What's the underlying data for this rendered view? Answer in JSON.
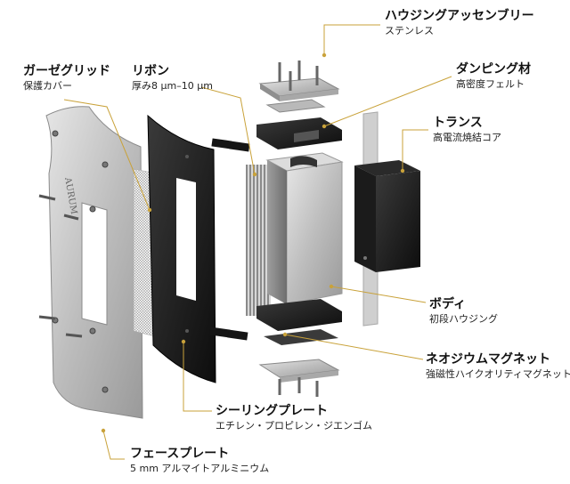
{
  "colors": {
    "leader": "#c9a23a",
    "dot": "#c9a23a",
    "background": "#ffffff"
  },
  "engraving": "AURUM",
  "labels": {
    "housing": {
      "title": "ハウジングアッセンブリー",
      "sub": "ステンレス"
    },
    "damping": {
      "title": "ダンピング材",
      "sub": "高密度フェルト"
    },
    "trans": {
      "title": "トランス",
      "sub": "高電流焼結コア"
    },
    "gauze": {
      "title": "ガーゼグリッド",
      "sub": "保護カバー"
    },
    "ribbon": {
      "title": "リボン",
      "sub": "厚み8 µm–10 µm"
    },
    "body": {
      "title": "ボディ",
      "sub": "初段ハウジング"
    },
    "magnet": {
      "title": "ネオジウムマグネット",
      "sub": "強磁性ハイクオリティマグネット"
    },
    "sealing": {
      "title": "シーリングプレート",
      "sub": "エチレン・プロピレン・ジエンゴム"
    },
    "face": {
      "title": "フェースプレート",
      "sub": "5 mm アルマイトアルミニウム"
    }
  }
}
